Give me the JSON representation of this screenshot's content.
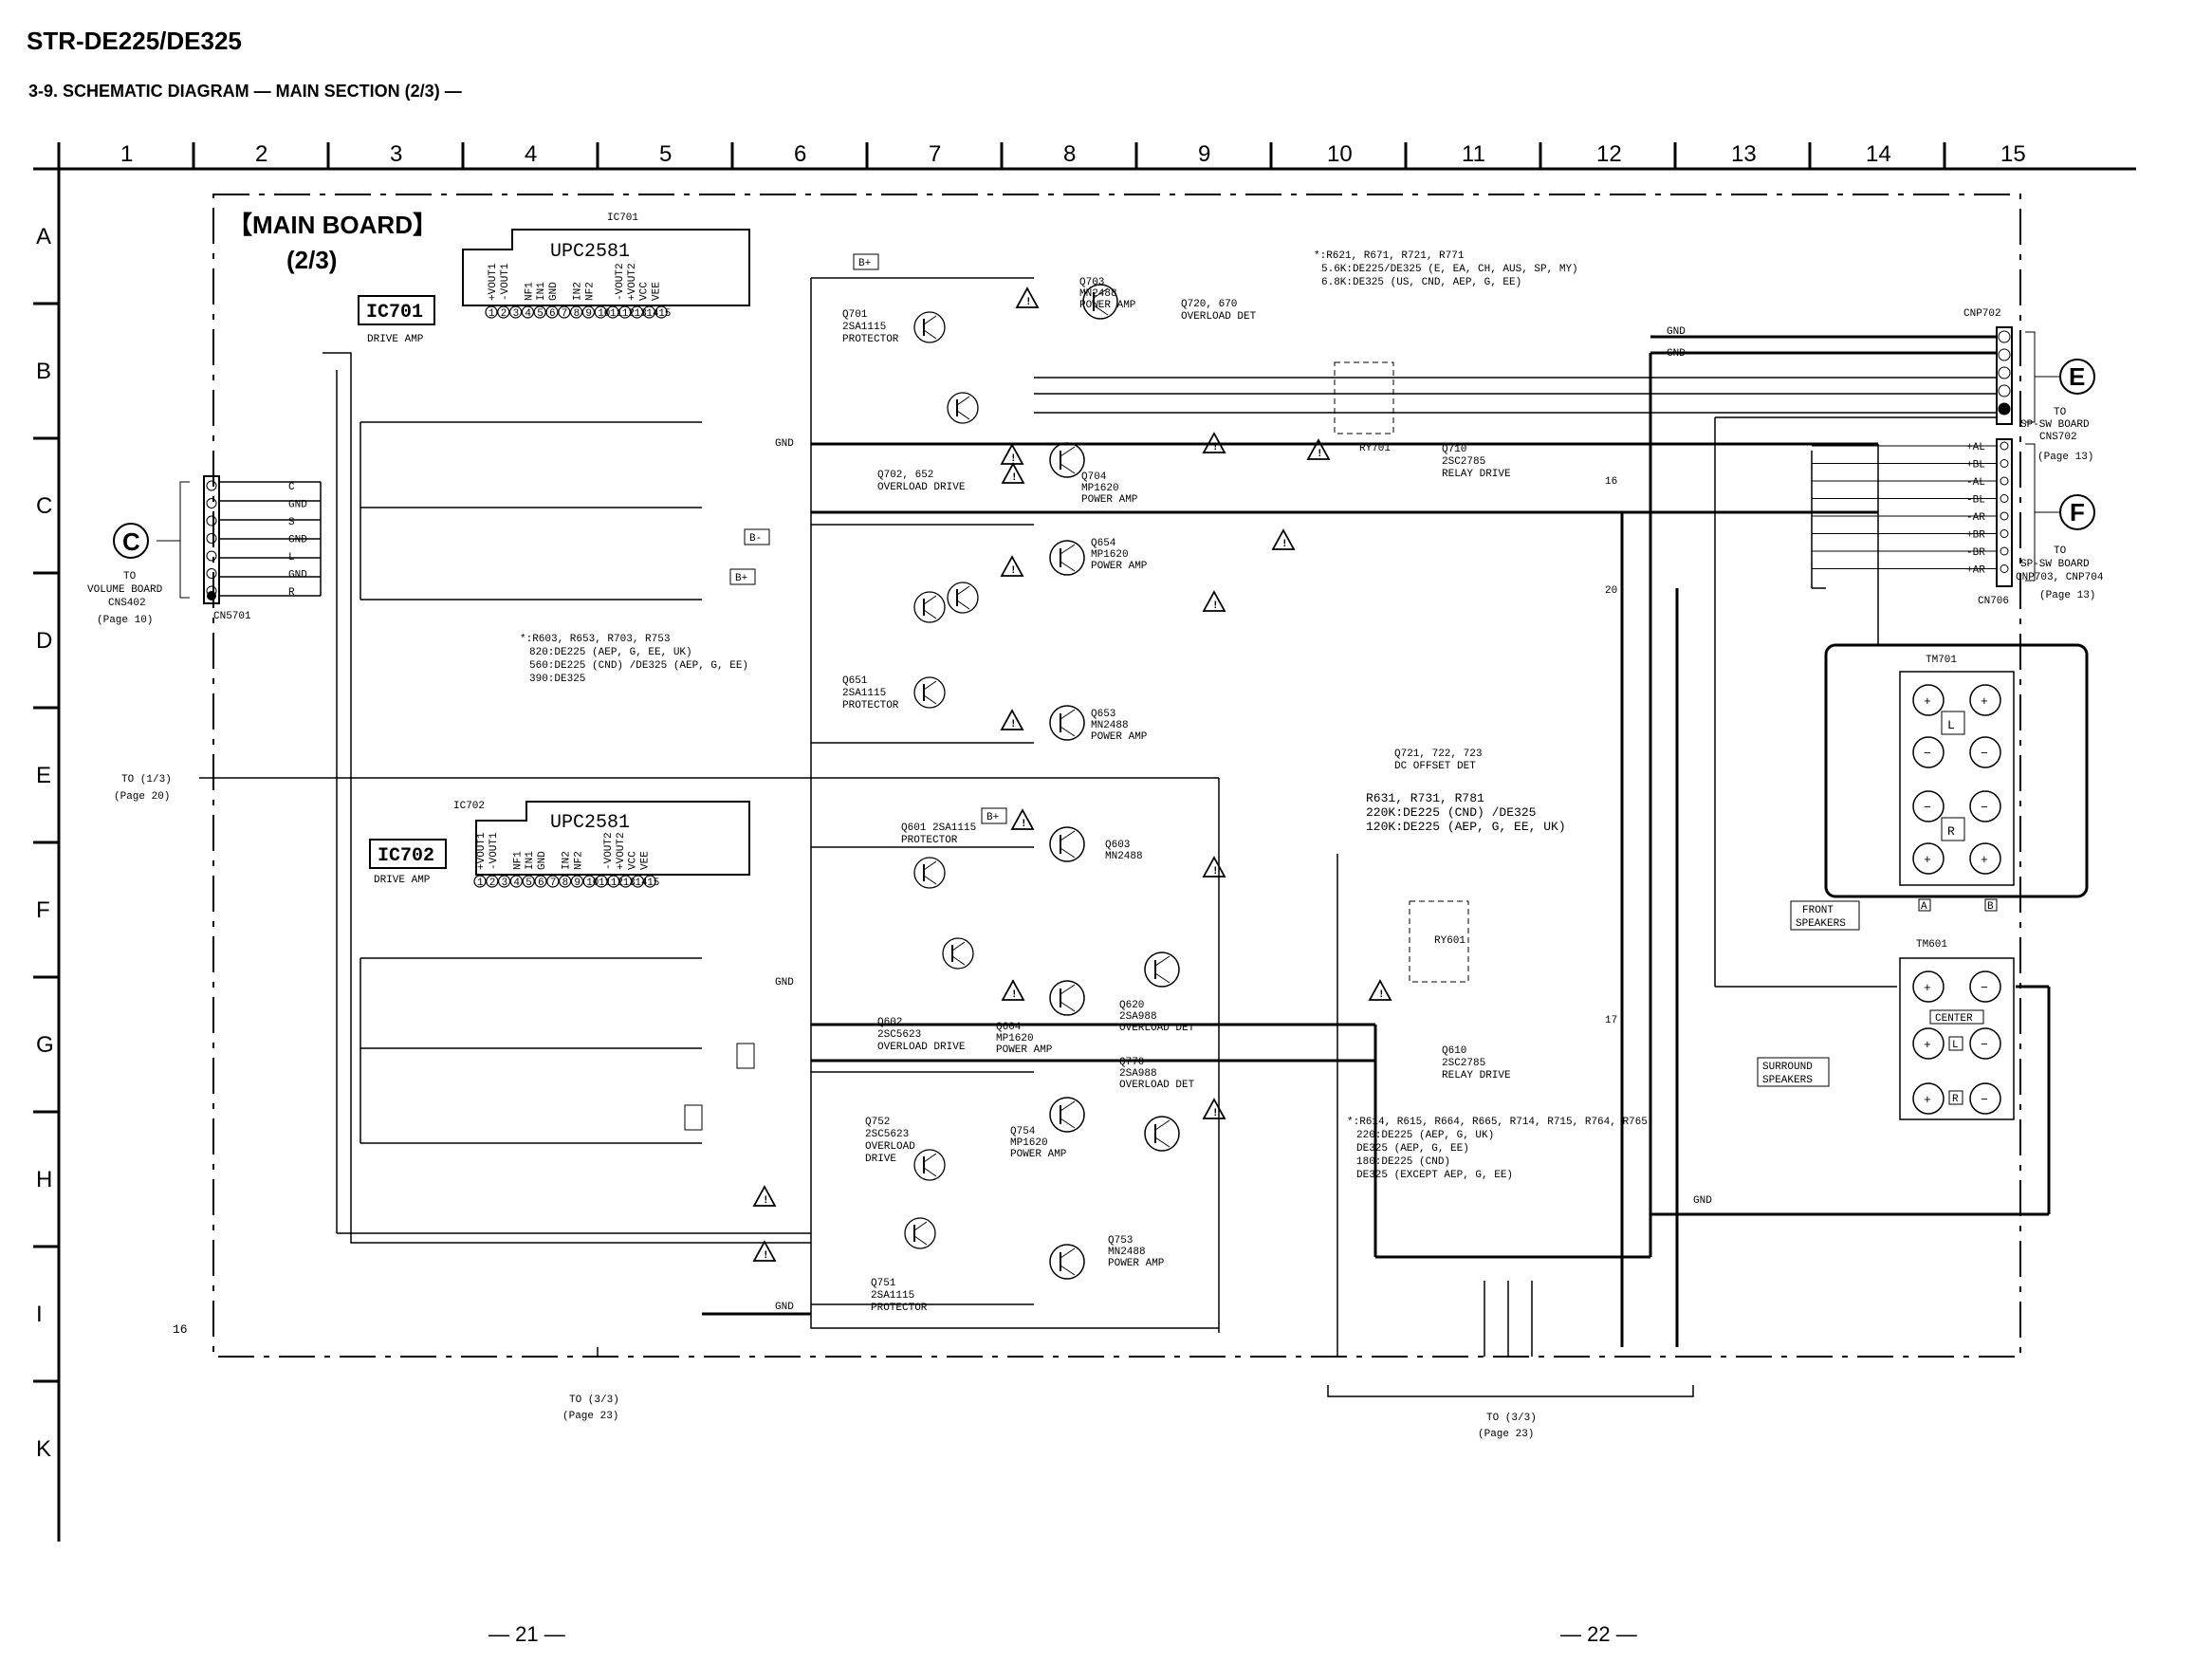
{
  "document": {
    "title": "STR-DE225/DE325",
    "subtitle": "3-9. SCHEMATIC DIAGRAM — MAIN SECTION (2/3) —",
    "page_left": "— 21 —",
    "page_right": "— 22 —"
  },
  "grid": {
    "columns": [
      "1",
      "2",
      "3",
      "4",
      "5",
      "6",
      "7",
      "8",
      "9",
      "10",
      "11",
      "12",
      "13",
      "14",
      "15"
    ],
    "rows": [
      "A",
      "B",
      "C",
      "D",
      "E",
      "F",
      "G",
      "H",
      "I",
      "K"
    ]
  },
  "board": {
    "title_line1": "【MAIN BOARD】",
    "title_line2": "(2/3)"
  },
  "ics": [
    {
      "ref": "IC701",
      "name": "DRIVE AMP",
      "part": "UPC2581",
      "chip_label": "IC701"
    },
    {
      "ref": "IC702",
      "name": "DRIVE AMP",
      "part": "UPC2581",
      "chip_label": "IC702"
    }
  ],
  "ic_pins": [
    "+VOUT1",
    "-VOUT1",
    "NF1",
    "IN1",
    "GND",
    "IN2",
    "NF2",
    "-VOUT2",
    "+VOUT2",
    "VCC",
    "VEE"
  ],
  "connectors": {
    "c_label": "C",
    "c_text": [
      "TO",
      "VOLUME BOARD",
      "CNS402",
      "(Page 10)"
    ],
    "cn5701": "CN5701",
    "cn5701_pins": [
      "C",
      "GND",
      "S",
      "GND",
      "L",
      "GND",
      "R"
    ],
    "e_label": "E",
    "e_text": [
      "TO",
      "SP-SW BOARD",
      "CNS702",
      "(Page 13)"
    ],
    "cnp702": "CNP702",
    "f_label": "F",
    "f_text": [
      "TO",
      "SP-SW BOARD",
      "CNP703, CNP704",
      "(Page 13)"
    ],
    "cn706": "CN706",
    "cn706_pins": [
      "+AL",
      "+BL",
      "-AL",
      "-BL",
      "-AR",
      "+BR",
      "-BR",
      "+AR"
    ],
    "to13_left": [
      "TO (1/3)",
      "(Page 20)"
    ],
    "to33_bottom_left": [
      "TO (3/3)",
      "(Page 23)"
    ],
    "to33_bottom_right": [
      "TO (3/3)",
      "(Page 23)"
    ]
  },
  "notes": [
    {
      "lines": [
        "*:R621, R671, R721, R771",
        "5.6K:DE225/DE325 (E, EA, CH, AUS, SP, MY)",
        "6.8K:DE325 (US, CND, AEP, G, EE)"
      ]
    },
    {
      "lines": [
        "*:R603, R653, R703, R753",
        "820:DE225 (AEP, G, EE, UK)",
        "560:DE225 (CND) /DE325 (AEP, G, EE)",
        "390:DE325"
      ]
    },
    {
      "lines": [
        "R631, R731, R781",
        "220K:DE225 (CND) /DE325",
        "120K:DE225 (AEP, G, EE, UK)"
      ]
    },
    {
      "lines": [
        "*:R614, R615, R664, R665, R714, R715, R764, R765",
        "220:DE225 (AEP, G, UK)",
        "DE325 (AEP, G, EE)",
        "180:DE225 (CND)",
        "DE325 (EXCEPT AEP, G, EE)"
      ]
    }
  ],
  "blocks": [
    {
      "id": "q720",
      "lines": [
        "Q720, 670",
        "OVERLOAD DET"
      ]
    },
    {
      "id": "q710",
      "lines": [
        "Q710",
        "2SC2785",
        "RELAY DRIVE"
      ]
    },
    {
      "id": "q721",
      "lines": [
        "Q721, 722, 723",
        "DC OFFSET DET"
      ]
    },
    {
      "id": "q610",
      "lines": [
        "Q610",
        "2SC2785",
        "RELAY DRIVE"
      ]
    },
    {
      "id": "q701",
      "lines": [
        "Q701",
        "2SA1115",
        "PROTECTOR"
      ]
    },
    {
      "id": "q702",
      "lines": [
        "Q702, 652",
        "OVERLOAD DRIVE"
      ]
    },
    {
      "id": "q651",
      "lines": [
        "Q651",
        "2SA1115",
        "PROTECTOR"
      ]
    },
    {
      "id": "q601",
      "lines": [
        "Q601 2SA1115",
        "PROTECTOR"
      ]
    },
    {
      "id": "q602",
      "lines": [
        "Q602",
        "2SC5623",
        "OVERLOAD DRIVE"
      ]
    },
    {
      "id": "q752",
      "lines": [
        "Q752",
        "2SC5623",
        "OVERLOAD",
        "DRIVE"
      ]
    },
    {
      "id": "q751",
      "lines": [
        "Q751",
        "2SA1115",
        "PROTECTOR"
      ]
    }
  ],
  "transistors": [
    {
      "ref": "Q703",
      "part": "MN2488",
      "role": "POWER AMP"
    },
    {
      "ref": "Q704",
      "part": "MP1620",
      "role": "POWER AMP"
    },
    {
      "ref": "Q654",
      "part": "MP1620",
      "role": "POWER AMP"
    },
    {
      "ref": "Q653",
      "part": "MN2488",
      "role": "POWER AMP"
    },
    {
      "ref": "Q603",
      "part": "MN2488",
      "role": ""
    },
    {
      "ref": "Q604",
      "part": "MP1620",
      "role": "POWER AMP"
    },
    {
      "ref": "Q754",
      "part": "MP1620",
      "role": "POWER AMP"
    },
    {
      "ref": "Q753",
      "part": "MN2488",
      "role": "POWER AMP"
    },
    {
      "ref": "Q620",
      "part": "2SA988",
      "role": "OVERLOAD DET"
    },
    {
      "ref": "Q770",
      "part": "2SA988",
      "role": "OVERLOAD DET"
    }
  ],
  "speakers": {
    "tm701": "TM701",
    "tm601": "TM601",
    "front": [
      "FRONT",
      "SPEAKERS"
    ],
    "surround": [
      "SURROUND",
      "SPEAKERS"
    ],
    "center": "CENTER",
    "l": "L",
    "r": "R",
    "a": "A",
    "b": "B"
  },
  "relays": [
    "RY701",
    "RY601"
  ],
  "misc_labels": {
    "gnd": "GND",
    "b_plus": "B+",
    "b_minus": "B-",
    "num16": "16",
    "num17": "17",
    "num20": "20"
  }
}
